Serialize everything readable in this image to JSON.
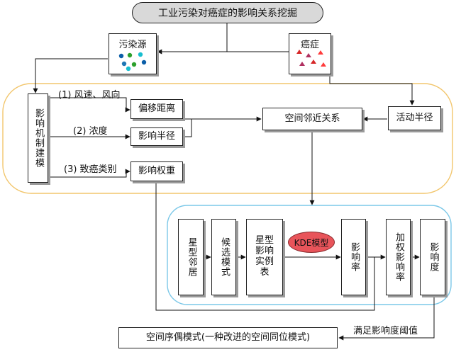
{
  "title": "工业污染对癌症的影响关系挖掘",
  "pollution_source": {
    "label": "污染源"
  },
  "cancer": {
    "label": "癌症"
  },
  "mechanism": {
    "label": "影响机制建模"
  },
  "factors": [
    {
      "edge": "(1) 风速、风向",
      "box": "偏移距离"
    },
    {
      "edge": "(2) 浓度",
      "box": "影响半径"
    },
    {
      "edge": "(3) 致癌类别",
      "box": "影响权重"
    }
  ],
  "spatial_neighbor": "空间邻近关系",
  "activity_radius": "活动半径",
  "pipeline": {
    "star_neighbor": "星型邻居",
    "candidate_pattern": "候选模式",
    "star_instance_table": "星型影响实例表",
    "kde_model": "KDE模型",
    "influence_rate": "影响率",
    "weighted_influence_rate": "加权影响率",
    "influence_degree": "影响度"
  },
  "threshold_label": "满足影响度阈值",
  "result": "空间序偶模式(一种改进的空间同位模式)",
  "colors": {
    "pollution_dots": [
      "#1f77b4",
      "#2ca02c",
      "#17becf",
      "#0b5ea8"
    ],
    "cancer_triangles": [
      "#d62728",
      "#b03060",
      "#ff3b3b"
    ],
    "outer_region": "#f2c66d",
    "inner_region": "#7cc8e8",
    "kde_fill": "#e8545a"
  }
}
